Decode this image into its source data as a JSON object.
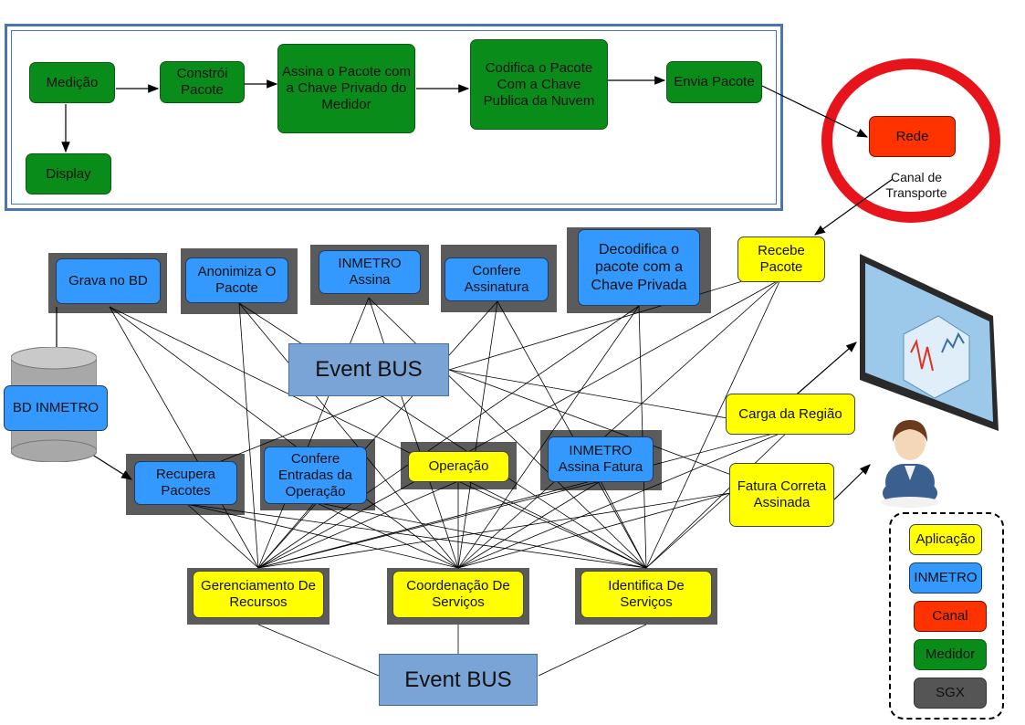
{
  "medidor": {
    "medicao": "Medição",
    "display": "Display",
    "constroi": "Constrói Pacote",
    "assina": "Assina o Pacote com a Chave Privado do Medidor",
    "codifica": "Codifica o Pacote Com a Chave Publica da Nuvem",
    "envia": "Envia Pacote"
  },
  "canal": {
    "rede": "Rede",
    "label": "Canal de Transporte"
  },
  "servicos": {
    "grava": "Grava no BD",
    "anonimiza": "Anonimiza O Pacote",
    "inmetro_assina": "INMETRO Assina",
    "confere_assinatura": "Confere Assinatura",
    "decodifica": "Decodifica o pacote com a Chave Privada",
    "recebe": "Recebe Pacote",
    "bd_inmetro": "BD INMETRO",
    "recupera": "Recupera Pacotes",
    "confere_entradas": "Confere Entradas da Operação",
    "operacao": "Operação",
    "inmetro_fatura": "INMETRO Assina Fatura",
    "carga": "Carga da Região",
    "fatura": "Fatura Correta Assinada",
    "gerenciamento": "Gerenciamento De Recursos",
    "coordenacao": "Coordenação De Serviços",
    "identifica": "Identifica De Serviços"
  },
  "bus": {
    "top": "Event BUS",
    "bottom": "Event BUS"
  },
  "legend": {
    "aplicacao": "Aplicação",
    "inmetro": "INMETRO",
    "canal": "Canal",
    "medidor": "Medidor",
    "sgx": "SGX"
  },
  "colors": {
    "medidor": "#0a8c1a",
    "inmetro": "#3399ff",
    "aplicacao": "#ffff00",
    "canal": "#ff3300",
    "sgx": "#555555",
    "bus": "#7aa3d6",
    "ring": "#e8141c",
    "frame": "#4a74b8"
  },
  "icons": {
    "monitor": "monitor-chart-icon",
    "user": "user-avatar-icon",
    "database": "database-icon"
  }
}
